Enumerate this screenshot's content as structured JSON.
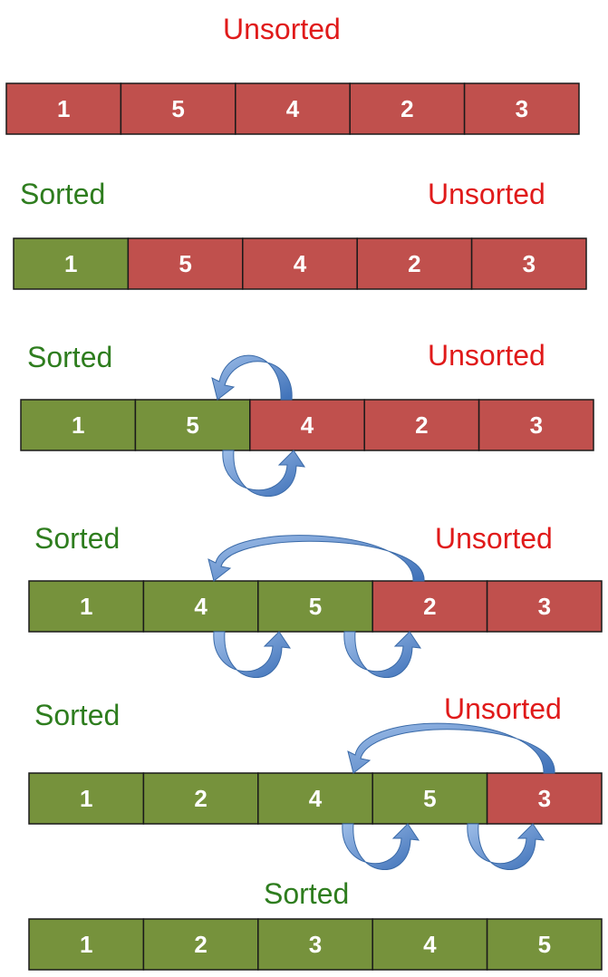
{
  "colors": {
    "sorted_fill": "#76923c",
    "unsorted_fill": "#c0504d",
    "sorted_text": "#2e7d1e",
    "unsorted_text": "#e01a1a",
    "arrow": "#4f81bd"
  },
  "rows": [
    {
      "labels": {
        "unsorted": "Unsorted"
      },
      "values": [
        "1",
        "5",
        "4",
        "2",
        "3"
      ],
      "sorted_count": 0
    },
    {
      "labels": {
        "sorted": "Sorted",
        "unsorted": "Unsorted"
      },
      "values": [
        "1",
        "5",
        "4",
        "2",
        "3"
      ],
      "sorted_count": 1
    },
    {
      "labels": {
        "sorted": "Sorted",
        "unsorted": "Unsorted"
      },
      "values": [
        "1",
        "5",
        "4",
        "2",
        "3"
      ],
      "sorted_count": 2
    },
    {
      "labels": {
        "sorted": "Sorted",
        "unsorted": "Unsorted"
      },
      "values": [
        "1",
        "4",
        "5",
        "2",
        "3"
      ],
      "sorted_count": 3
    },
    {
      "labels": {
        "sorted": "Sorted",
        "unsorted": "Unsorted"
      },
      "values": [
        "1",
        "2",
        "4",
        "5",
        "3"
      ],
      "sorted_count": 4
    },
    {
      "labels": {
        "sorted": "Sorted"
      },
      "values": [
        "1",
        "2",
        "3",
        "4",
        "5"
      ],
      "sorted_count": 5
    }
  ]
}
